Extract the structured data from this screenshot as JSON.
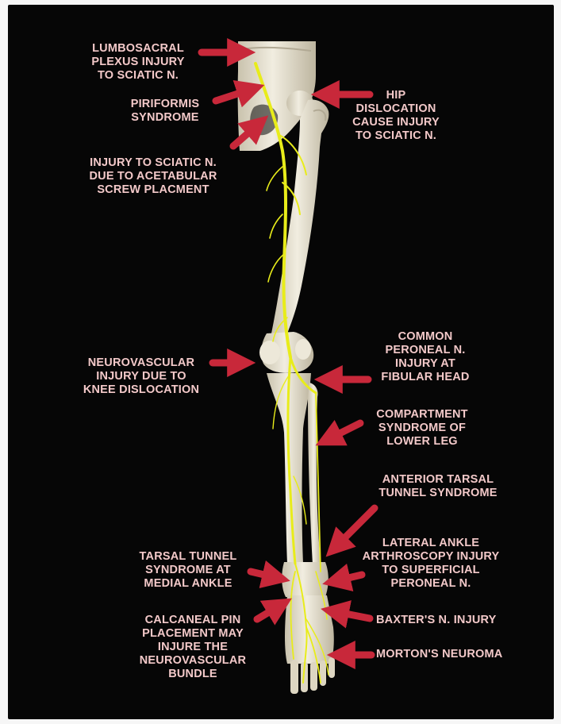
{
  "labels": {
    "lumbosacral": [
      "LUMBOSACRAL",
      "PLEXUS INJURY",
      "TO SCIATIC N."
    ],
    "piriformis": [
      "PIRIFORMIS",
      "SYNDROME"
    ],
    "acetabular": [
      "INJURY TO SCIATIC N.",
      "DUE TO ACETABULAR",
      "SCREW PLACMENT"
    ],
    "hip": [
      "HIP",
      "DISLOCATION",
      "CAUSE INJURY",
      "TO SCIATIC N."
    ],
    "knee": [
      "NEUROVASCULAR",
      "INJURY DUE TO",
      "KNEE DISLOCATION"
    ],
    "peroneal": [
      "COMMON",
      "PERONEAL N.",
      "INJURY AT",
      "FIBULAR HEAD"
    ],
    "compartment": [
      "COMPARTMENT",
      "SYNDROME OF",
      "LOWER LEG"
    ],
    "anterior_tarsal": [
      "ANTERIOR TARSAL",
      "TUNNEL SYNDROME"
    ],
    "lateral_ankle": [
      "LATERAL ANKLE",
      "ARTHROSCOPY INJURY",
      "TO SUPERFICIAL",
      "PERONEAL N."
    ],
    "tarsal_medial": [
      "TARSAL TUNNEL",
      "SYNDROME AT",
      "MEDIAL ANKLE"
    ],
    "calcaneal": [
      "CALCANEAL PIN",
      "PLACEMENT MAY",
      "INJURE THE",
      "NEUROVASCULAR",
      "BUNDLE"
    ],
    "baxter": [
      "BAXTER'S N. INJURY"
    ],
    "morton": [
      "MORTON'S NEUROMA"
    ]
  },
  "colors": {
    "background": "#060606",
    "label_text": "#f3c9c9",
    "arrow": "#c8283a",
    "nerve": "#e8ec1a",
    "bone": "#e9e4d4",
    "bone_shadow": "#c9c2ad"
  }
}
